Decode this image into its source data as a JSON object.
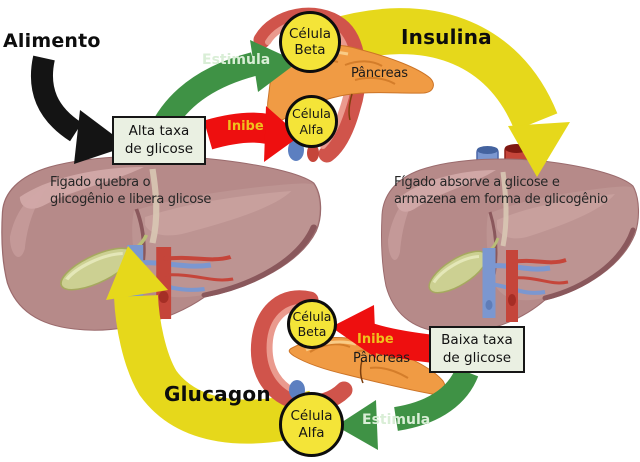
{
  "labels": {
    "alimento": "Alimento",
    "insulina": "Insulina",
    "glucagon": "Glucagon"
  },
  "arrow_labels": {
    "estimula_top": "Estimula",
    "inibe_top": "Inibe",
    "inibe_bottom": "Inibe",
    "estimula_bottom": "Estimula"
  },
  "cells": {
    "beta_top": "Célula Beta",
    "alfa_top": "Célula Alfa",
    "beta_bottom": "Célula Beta",
    "alfa_bottom": "Célula Alfa"
  },
  "organ_labels": {
    "pancreas_top": "Pâncreas",
    "pancreas_bottom": "Pâncreas"
  },
  "boxes": {
    "alta_taxa": "Alta taxa de glicose",
    "baixa_taxa": "Baixa taxa de glicose"
  },
  "liver_captions": {
    "left_line1": "Figado quebra o",
    "left_line2": "glicogênio e libera glicose",
    "right_line1": "Fígado absorve a glicose e",
    "right_line2": "armazena em forma de glicogênio"
  },
  "colors": {
    "arrow_yellow": "#e6d81b",
    "arrow_green": "#3f9245",
    "arrow_red": "#ee0f0f",
    "arrow_black": "#141414",
    "cell_yellow": "#f4e438",
    "box_green_bg": "#eaf0e2",
    "liver_main": "#b68a89",
    "liver_under": "#bd9492",
    "pancreas_orange": "#f09b44",
    "duodenum_red": "#d0544b",
    "estimula_text": "#d9eed6",
    "inibe_text": "#f0c11c"
  }
}
